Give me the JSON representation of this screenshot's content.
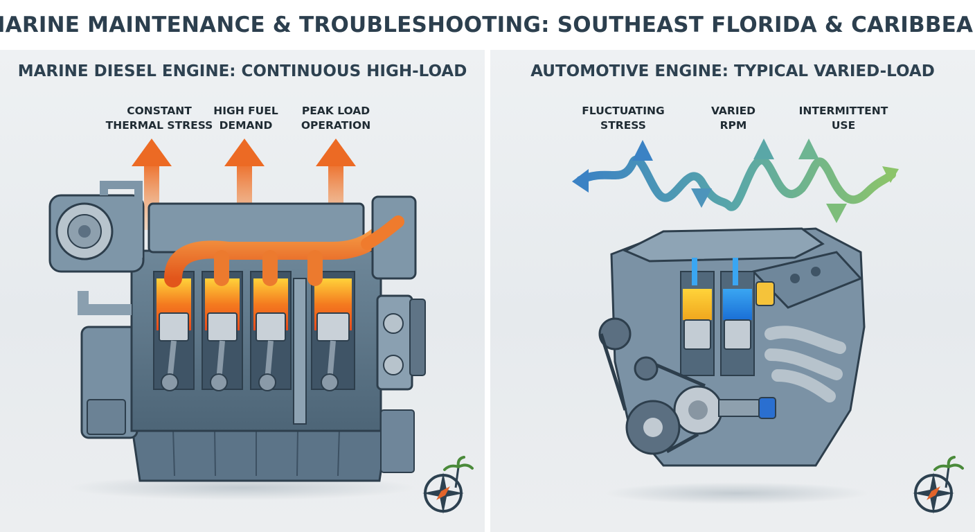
{
  "header": {
    "title": "MARINE MAINTENANCE & TROUBLESHOOTING: SOUTHEAST FLORIDA & CARIBBEAN"
  },
  "left_panel": {
    "title": "MARINE DIESEL ENGINE: CONTINUOUS HIGH-LOAD",
    "labels": [
      {
        "line1": "CONSTANT",
        "line2": "THERMAL STRESS"
      },
      {
        "line1": "HIGH FUEL",
        "line2": "DEMAND"
      },
      {
        "line1": "PEAK LOAD",
        "line2": "OPERATION"
      }
    ],
    "arrow_color": "#e8732f"
  },
  "right_panel": {
    "title": "AUTOMOTIVE ENGINE: TYPICAL VARIED-LOAD",
    "labels": [
      {
        "line1": "FLUCTUATING",
        "line2": "STRESS"
      },
      {
        "line1": "VARIED",
        "line2": "RPM"
      },
      {
        "line1": "INTERMITTENT",
        "line2": "USE"
      }
    ],
    "wave_colors": [
      "#3b82c4",
      "#59a7a8",
      "#8cc46a"
    ]
  },
  "icons": {
    "left_logo": "compass-palm-logo-icon",
    "right_logo": "compass-palm-logo-icon"
  }
}
